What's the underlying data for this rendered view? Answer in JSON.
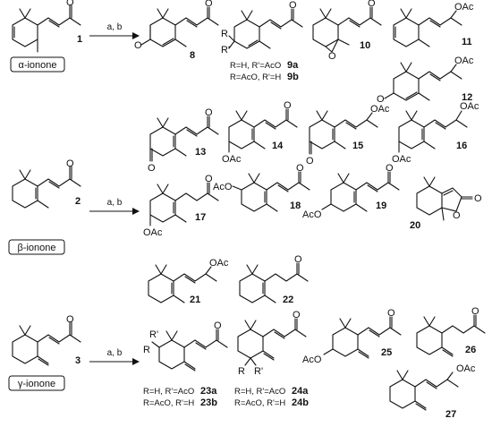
{
  "rows": [
    {
      "start_name": "α-ionone",
      "start_number": "1",
      "conditions": "a, b",
      "compounds": [
        {
          "number": "8"
        },
        {
          "number": "9a"
        },
        {
          "number": "9b"
        },
        {
          "number": "10"
        },
        {
          "number": "11"
        },
        {
          "number": "12"
        }
      ],
      "sub_lines": [
        {
          "text": "R=H, R'=AcO",
          "ref": "9a"
        },
        {
          "text": "R=AcO, R'=H",
          "ref": "9b"
        }
      ]
    },
    {
      "start_name": "β-ionone",
      "start_number": "2",
      "conditions": "a, b",
      "compounds": [
        {
          "number": "13"
        },
        {
          "number": "14"
        },
        {
          "number": "15"
        },
        {
          "number": "16"
        },
        {
          "number": "17"
        },
        {
          "number": "18"
        },
        {
          "number": "19"
        },
        {
          "number": "20"
        },
        {
          "number": "21"
        },
        {
          "number": "22"
        }
      ]
    },
    {
      "start_name": "γ-ionone",
      "start_number": "3",
      "conditions": "a, b",
      "compounds": [
        {
          "number": "23a"
        },
        {
          "number": "23b"
        },
        {
          "number": "24a"
        },
        {
          "number": "24b"
        },
        {
          "number": "25"
        },
        {
          "number": "26"
        },
        {
          "number": "27"
        }
      ],
      "sub_lines": [
        {
          "text": "R=H, R'=AcO",
          "ref": "23a"
        },
        {
          "text": "R=AcO, R'=H",
          "ref": "23b"
        },
        {
          "text": "R=H, R'=AcO",
          "ref": "24a"
        },
        {
          "text": "R=AcO, R'=H",
          "ref": "24b"
        }
      ]
    }
  ],
  "atom_labels": {
    "carbonyl_o": "O",
    "acetoxy": "OAc",
    "acetoxy_left": "AcO",
    "r": "R",
    "r_prime": "R'"
  }
}
